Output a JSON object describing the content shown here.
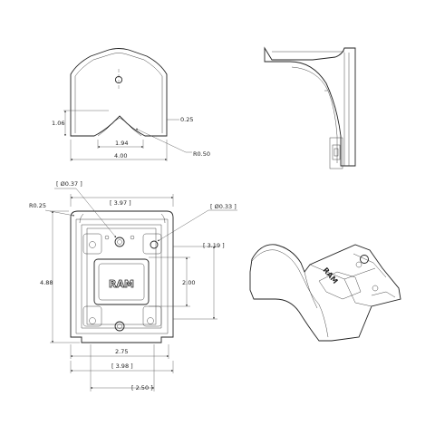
{
  "drawing": {
    "front_view": {
      "height_dim": "1.06",
      "right_dim": "0.25",
      "notch_dim": "1.94",
      "width_dim": "4.00",
      "radius_dim": "R0.50"
    },
    "top_view": {
      "hole_left_dim": "[ Ø0.37 ]",
      "width_top_dim": "[ 3.97 ]",
      "hole_right_dim": "[ Ø0.33 ]",
      "corner_radius_dim": "R0.25",
      "offset_dim": "[ 3.19 ]",
      "height_dim": "4.88",
      "plate_dim": "2.00",
      "hole_spacing_dim": "2.75",
      "width_bottom_dim": "[ 3.98 ]",
      "plate_width_dim": "[ 2.50 ]"
    },
    "plate_logo": "RAM",
    "iso_logo": "RAM"
  }
}
